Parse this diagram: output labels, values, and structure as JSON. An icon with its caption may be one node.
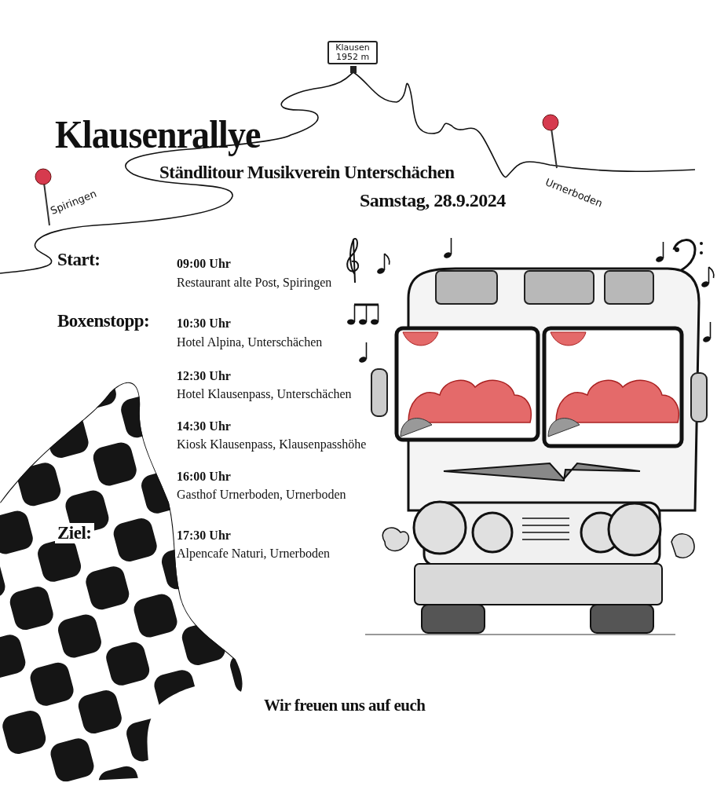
{
  "diagram": {
    "title": "Klausenrallye",
    "labels": [
      "Ständlitour Musikverein Unterschächen",
      "Samstag, 28.9.2024",
      "Klausen 1952 m",
      "Spiringen",
      "Urnerboden",
      "Start:",
      "09:00 Uhr",
      "Restaurant alte Post, Spiringen",
      "Boxenstopp:",
      "10:30 Uhr",
      "Hotel Alpina, Unterschächen",
      "12:30 Uhr",
      "Hotel Klausenpass, Unterschächen",
      "14:30 Uhr",
      "Kiosk Klausenpass, Klausenpasshöhe",
      "16:00 Uhr",
      "Gasthof Urnerboden, Urnerboden",
      "Ziel:",
      "17:30 Uhr",
      "Alpencafe Naturi, Urnerboden",
      "Wir freuen uns auf euch"
    ]
  }
}
